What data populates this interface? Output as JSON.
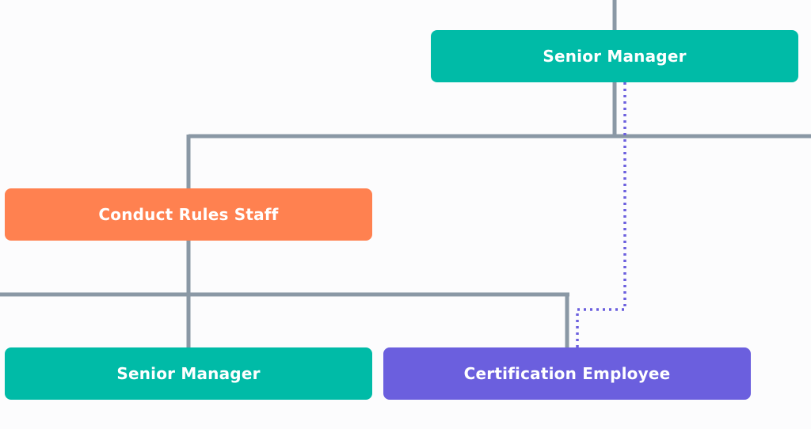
{
  "nodes": {
    "senior_manager_top": {
      "label": "Senior Manager",
      "color": "#00bba7"
    },
    "conduct_rules_staff": {
      "label": "Conduct Rules Staff",
      "color": "#ff8150"
    },
    "senior_manager_bottom": {
      "label": "Senior Manager",
      "color": "#00bba7"
    },
    "certification_employee": {
      "label": "Certification Employee",
      "color": "#6b5fde"
    }
  },
  "colors": {
    "connector": "#8a98a5",
    "dotted_connector": "#6b5fde",
    "background": "#fcfcfd"
  }
}
